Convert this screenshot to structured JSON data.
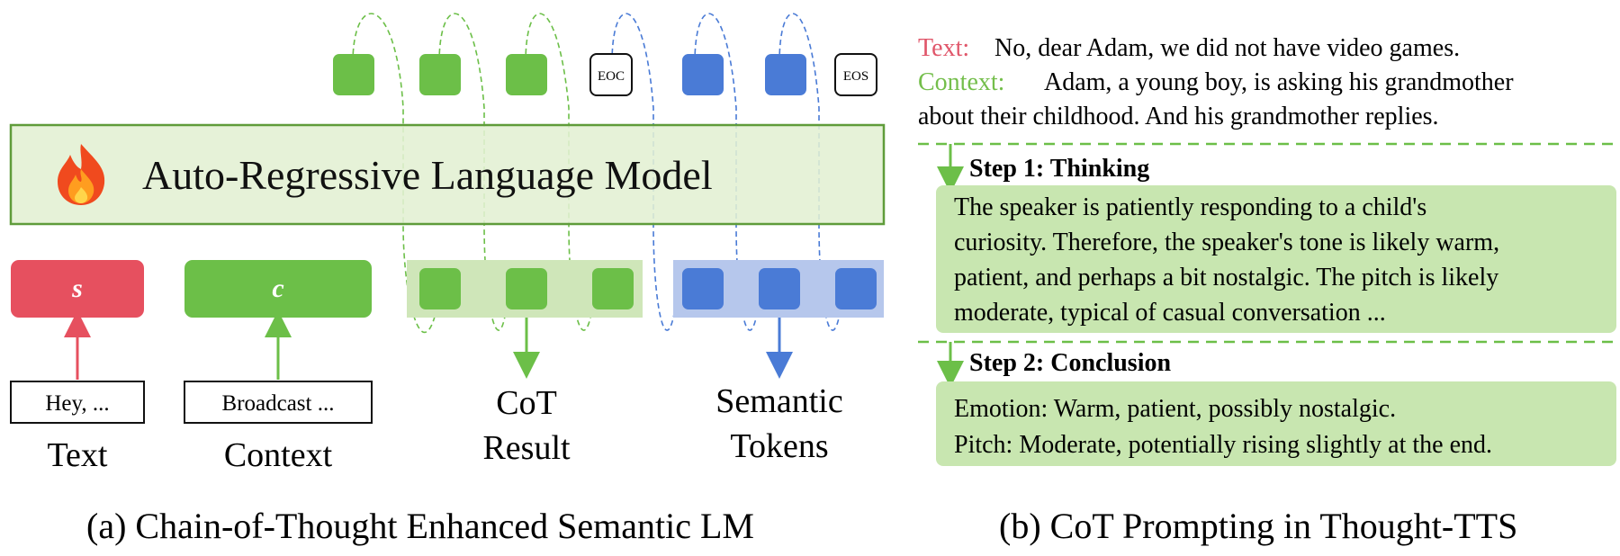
{
  "panel_a": {
    "caption": "(a) Chain-of-Thought Enhanced Semantic LM",
    "model_label": "Auto-Regressive Language Model",
    "model_icon": "fire-icon",
    "s_token": "s",
    "c_token": "c",
    "text_input": "Hey, ...",
    "context_input": "Broadcast ...",
    "text_label": "Text",
    "context_label": "Context",
    "cot_label_line1": "CoT",
    "cot_label_line2": "Result",
    "semantic_label_line1": "Semantic",
    "semantic_label_line2": "Tokens",
    "eoc_token": "EOC",
    "eos_token": "EOS"
  },
  "panel_b": {
    "caption": "(b) CoT Prompting in Thought-TTS",
    "text_key": "Text:",
    "text_value": "No, dear Adam, we did not have video games.",
    "context_key": "Context:",
    "context_value_line1": "Adam, a young boy, is asking his grandmother",
    "context_value_line2": "about their childhood. And his grandmother replies.",
    "step1_title": "Step 1: Thinking",
    "step1_lines": [
      "The speaker is patiently responding to a child's",
      "curiosity. Therefore, the speaker's tone is likely warm,",
      "patient, and perhaps a bit nostalgic. The pitch is likely",
      "moderate, typical of casual conversation ..."
    ],
    "step2_title": "Step 2: Conclusion",
    "step2_lines": [
      "Emotion: Warm, patient, possibly nostalgic.",
      "Pitch: Moderate, potentially rising slightly at the end."
    ]
  },
  "colors": {
    "green": "#6cbf48",
    "green_light": "#cfe6b9",
    "model_fill": "#e3f0d3",
    "model_border": "#5f9c3a",
    "blue": "#4a7bd6",
    "blue_light": "#b6c7ec",
    "red": "#e6505f",
    "text_red": "#e0566a",
    "context_green": "#74be4b",
    "step_fill": "#c8e6b0"
  }
}
